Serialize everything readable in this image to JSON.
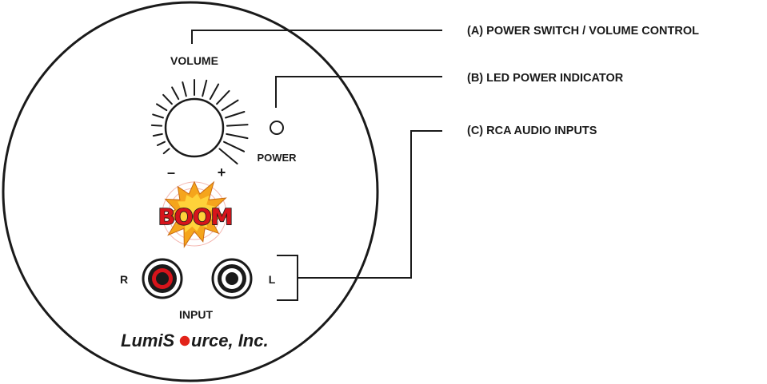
{
  "panel": {
    "volume_label": "VOLUME",
    "minus_label": "–",
    "plus_label": "+",
    "power_label": "POWER",
    "input_label": "INPUT",
    "right_channel_label": "R",
    "left_channel_label": "L",
    "logo_text": "BOOM",
    "brand_prefix": "LumiS",
    "brand_suffix": "urce, Inc."
  },
  "callouts": [
    {
      "label": "(A)  POWER SWITCH / VOLUME CONTROL"
    },
    {
      "label": "(B)  LED POWER INDICATOR"
    },
    {
      "label": "(C)  RCA AUDIO INPUTS"
    }
  ],
  "colors": {
    "line": "#1a1a1a",
    "rca_right_accent": "#d7141b",
    "rca_left_accent": "#ffffff",
    "brand_dot": "#e2231a",
    "boom_text": "#d7141b",
    "boom_burst": "#f5a51c",
    "boom_burst_core": "#ffd23a"
  }
}
